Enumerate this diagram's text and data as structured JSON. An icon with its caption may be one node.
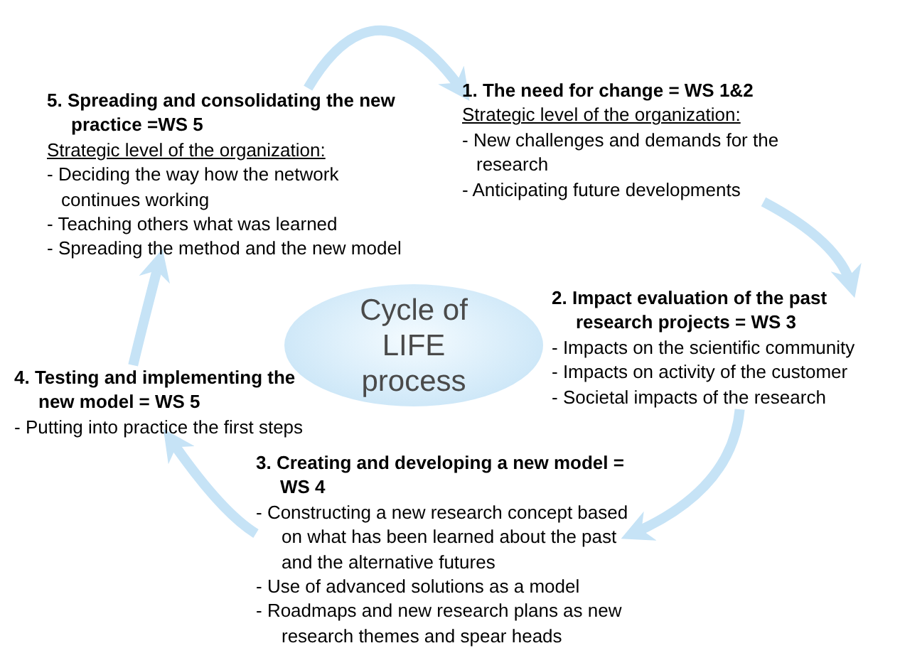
{
  "diagram": {
    "nodes": [
      {
        "text": [
          "Cycle of LIFE process"
        ]
      },
      {
        "text": [
          "1. The need for change = WS 1&2",
          "Strategic level of the organization:",
          "- New challenges and demands for the research",
          "- Anticipating future developments"
        ]
      },
      {
        "text": [
          "2. Impact evaluation of the past research projects = WS 3",
          "- Impacts on the scientific community",
          "- Impacts on activity of the customer",
          "- Societal impacts of the research"
        ]
      },
      {
        "text": [
          "3. Creating and developing a new model = WS 4",
          "- Constructing a new research concept based on what has been learned about the past and the alternative futures",
          "- Use of advanced solutions as a model",
          "- Roadmaps and new research plans as new research themes and spear heads"
        ]
      },
      {
        "text": [
          "4. Testing and implementing the new model = WS 5",
          "- Putting into practice the first steps"
        ]
      },
      {
        "text": [
          "5. Spreading and consolidating the new practice =WS 5",
          "Strategic level of the organization:",
          "- Deciding the way how the network continues working",
          "- Teaching others what was learned",
          "- Spreading the method and the new model"
        ]
      }
    ],
    "edges": [
      {
        "from": 1,
        "to": 2,
        "arrow": "to"
      },
      {
        "from": 2,
        "to": 3,
        "arrow": "to"
      },
      {
        "from": 3,
        "to": 4,
        "arrow": "to"
      },
      {
        "from": 4,
        "to": 5,
        "arrow": "to"
      },
      {
        "from": 5,
        "to": 1,
        "arrow": "to"
      }
    ]
  }
}
